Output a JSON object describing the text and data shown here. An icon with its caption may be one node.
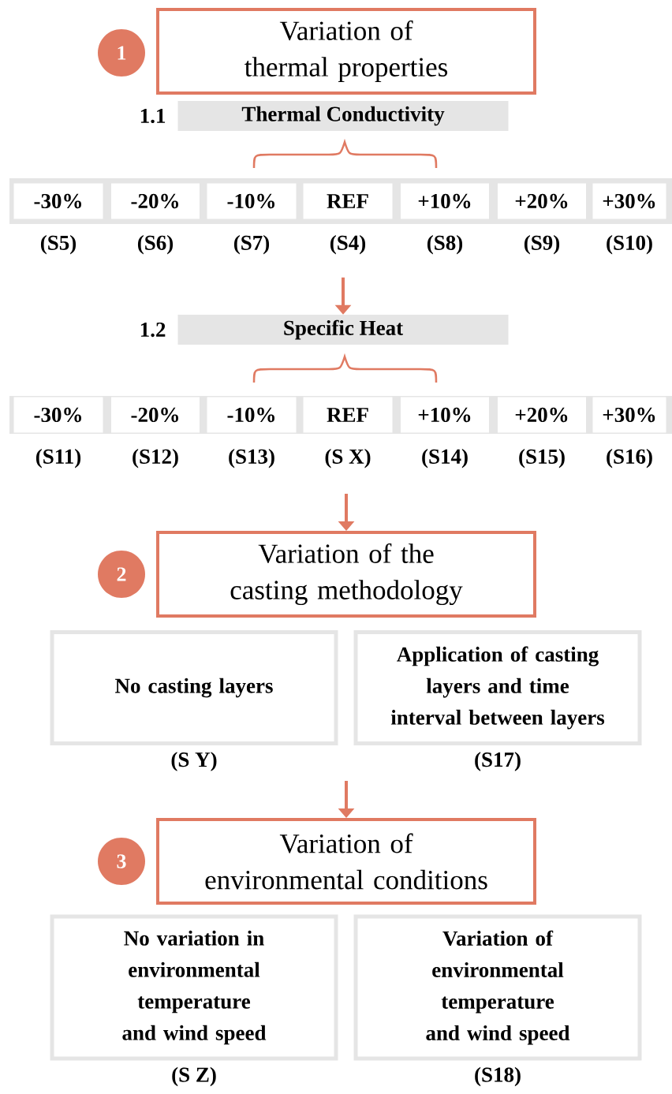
{
  "diagram": {
    "nodes": [
      {
        "text": [
          "1"
        ]
      },
      {
        "text": [
          "Variation of thermal properties"
        ]
      },
      {
        "text": [
          "Thermal Conductivity"
        ],
        "beside": [
          "1.1"
        ]
      },
      {
        "text": [
          "-30%"
        ],
        "beside": [
          "(S5)"
        ]
      },
      {
        "text": [
          "-20%"
        ],
        "beside": [
          "(S6)"
        ]
      },
      {
        "text": [
          "-10%"
        ],
        "beside": [
          "(S7)"
        ]
      },
      {
        "text": [
          "REF"
        ],
        "beside": [
          "(S4)"
        ]
      },
      {
        "text": [
          "+10%"
        ],
        "beside": [
          "(S8)"
        ]
      },
      {
        "text": [
          "+20%"
        ],
        "beside": [
          "(S9)"
        ]
      },
      {
        "text": [
          "+30%"
        ],
        "beside": [
          "(S10)"
        ]
      },
      {
        "text": [
          "Specific Heat"
        ],
        "beside": [
          "1.2"
        ]
      },
      {
        "text": [
          "-30%"
        ],
        "beside": [
          "(S11)"
        ]
      },
      {
        "text": [
          "-20%"
        ],
        "beside": [
          "(S12)"
        ]
      },
      {
        "text": [
          "-10%"
        ],
        "beside": [
          "(S13)"
        ]
      },
      {
        "text": [
          "REF"
        ],
        "beside": [
          "(S X)"
        ]
      },
      {
        "text": [
          "+10%"
        ],
        "beside": [
          "(S14)"
        ]
      },
      {
        "text": [
          "+20%"
        ],
        "beside": [
          "(S15)"
        ]
      },
      {
        "text": [
          "+30%"
        ],
        "beside": [
          "(S16)"
        ]
      },
      {
        "text": [
          "2"
        ]
      },
      {
        "text": [
          "Variation of the casting methodology"
        ]
      },
      {
        "text": [
          "No casting layers"
        ],
        "beside": [
          "(S Y)"
        ]
      },
      {
        "text": [
          "Application of casting layers and time interval between layers"
        ],
        "beside": [
          "(S17)"
        ]
      },
      {
        "text": [
          "3"
        ]
      },
      {
        "text": [
          "Variation of environmental conditions"
        ]
      },
      {
        "text": [
          "No variation in environmental temperature and wind speed"
        ],
        "beside": [
          "(S Z)"
        ]
      },
      {
        "text": [
          "Variation of environmental temperature and wind speed"
        ],
        "beside": [
          "(S18)"
        ]
      }
    ],
    "edges": [
      {
        "from": null,
        "to": 10,
        "arrow": "to"
      },
      {
        "from": null,
        "to": 19,
        "arrow": "to"
      },
      {
        "from": null,
        "to": 23,
        "arrow": "to"
      }
    ]
  }
}
